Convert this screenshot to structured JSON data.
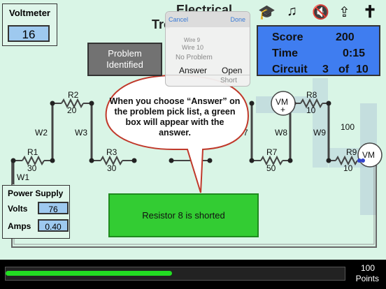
{
  "title": {
    "line1": "Electrical",
    "line2": "Tro"
  },
  "voltmeter": {
    "label": "Voltmeter",
    "value": "16"
  },
  "problem_button": {
    "label": "Problem Identified"
  },
  "picker": {
    "cancel": "Cancel",
    "done": "Done",
    "items": [
      "Wire 9",
      "Wire 10",
      "No Problem"
    ],
    "left_selected": "Answer",
    "right_selected": "Open",
    "right_next": "Short"
  },
  "toolbar": {
    "icons": [
      "graduation-cap-icon",
      "music-note-icon",
      "mute-speaker-icon",
      "share-icon",
      "cross-icon"
    ]
  },
  "score": {
    "score_label": "Score",
    "score_value": "200",
    "time_label": "Time",
    "time_value": "0:15",
    "circuit_label": "Circuit",
    "circuit_current": "3",
    "circuit_of": "of",
    "circuit_total": "10"
  },
  "circuit": {
    "resistors": {
      "r1": {
        "name": "R1",
        "value": "30"
      },
      "r2": {
        "name": "R2",
        "value": "20"
      },
      "r3": {
        "name": "R3",
        "value": "30"
      },
      "r7": {
        "name": "R7",
        "value": "50"
      },
      "r8": {
        "name": "R8",
        "value": "10"
      },
      "r9": {
        "name": "R9",
        "value": "10"
      }
    },
    "wires": {
      "w1": "W1",
      "w2": "W2",
      "w3": "W3",
      "w7": "7",
      "w8": "W8",
      "w9": "W9"
    },
    "extra_value": "100",
    "vm_label": "VM",
    "vm_plus": "+"
  },
  "power_supply": {
    "title": "Power Supply",
    "volts_label": "Volts",
    "volts_value": "76",
    "amps_label": "Amps",
    "amps_value": "0.40"
  },
  "bubble": {
    "text": "When you choose “Answer” on the problem pick list, a green box will appear with the answer."
  },
  "answer": {
    "text": "Resistor 8 is shorted"
  },
  "footer": {
    "points_value": "100",
    "points_label": "Points",
    "progress": 0.49
  },
  "colors": {
    "background": "#d9f5e6",
    "score_panel": "#3f7df0",
    "answer_box": "#33cc33",
    "progress": "#22dd22",
    "input_box": "#9ec9ef"
  }
}
